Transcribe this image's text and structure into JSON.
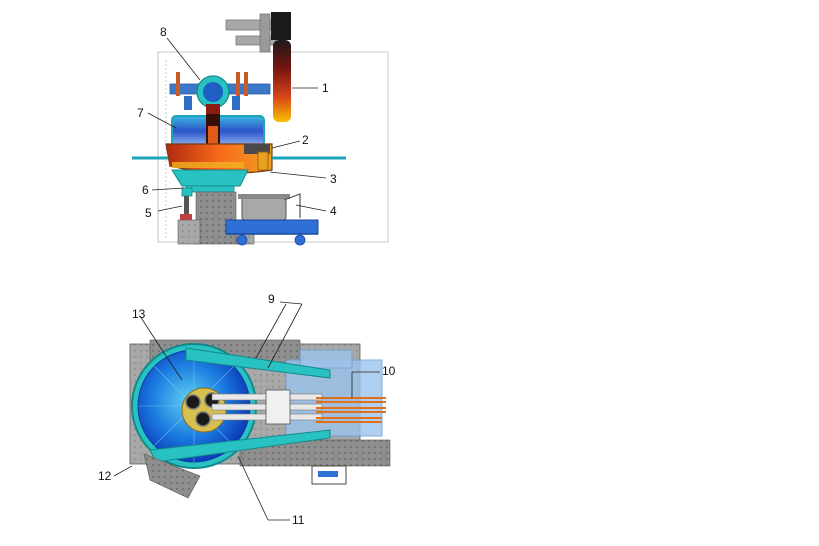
{
  "side_view": {
    "labels": [
      "1",
      "2",
      "3",
      "4",
      "5",
      "6",
      "7",
      "8"
    ]
  },
  "top_view": {
    "labels": [
      "9",
      "10",
      "11",
      "12",
      "13"
    ]
  },
  "colors": {
    "cyan": "#19c6c6",
    "steel_blue": "#3a6fd0",
    "electrode_hot": "#e0521a",
    "electrode_glow": "#f7b500",
    "grey": "#9b9b9b",
    "dark_grey": "#6a6a6a",
    "bath_orange": "#ef5b16",
    "transformer_blue": "#6aa6e6"
  }
}
